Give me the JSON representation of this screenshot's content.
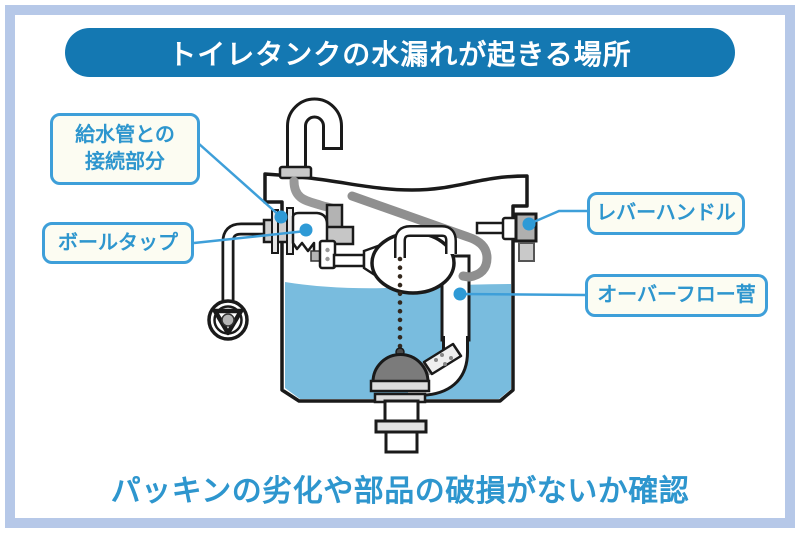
{
  "title": "トイレタンクの水漏れが起きる場所",
  "caption": "パッキンの劣化や部品の破損がないか確認",
  "labels": {
    "supply_connection": "給水管との\n接続部分",
    "ball_tap": "ボールタップ",
    "lever_handle": "レバーハンドル",
    "overflow_pipe": "オーバーフロー菅"
  },
  "colors": {
    "title_bg": "#1478B2",
    "label_border": "#3E9FD9",
    "label_bg": "#FCFCF2",
    "accent_text": "#2E96CE",
    "leader_line": "#3E9FD9",
    "marker_dot": "#2E9AD6",
    "water": "#79BCDE",
    "frame_border": "#B6C8E8",
    "outline": "#1a1a1a",
    "mech_gray": "#8F8F8F"
  },
  "diagram": {
    "parts": [
      "toilet-tank-icon",
      "faucet-icon",
      "tank-lid-icon",
      "water-fill-icon",
      "float-ball-icon",
      "ball-tap-icon",
      "lift-chain-icon",
      "flapper-valve-icon",
      "overflow-pipe-icon",
      "refill-tube-icon",
      "lever-handle-icon",
      "supply-pipe-icon",
      "shutoff-valve-icon",
      "flush-valve-tailpiece-icon"
    ]
  }
}
